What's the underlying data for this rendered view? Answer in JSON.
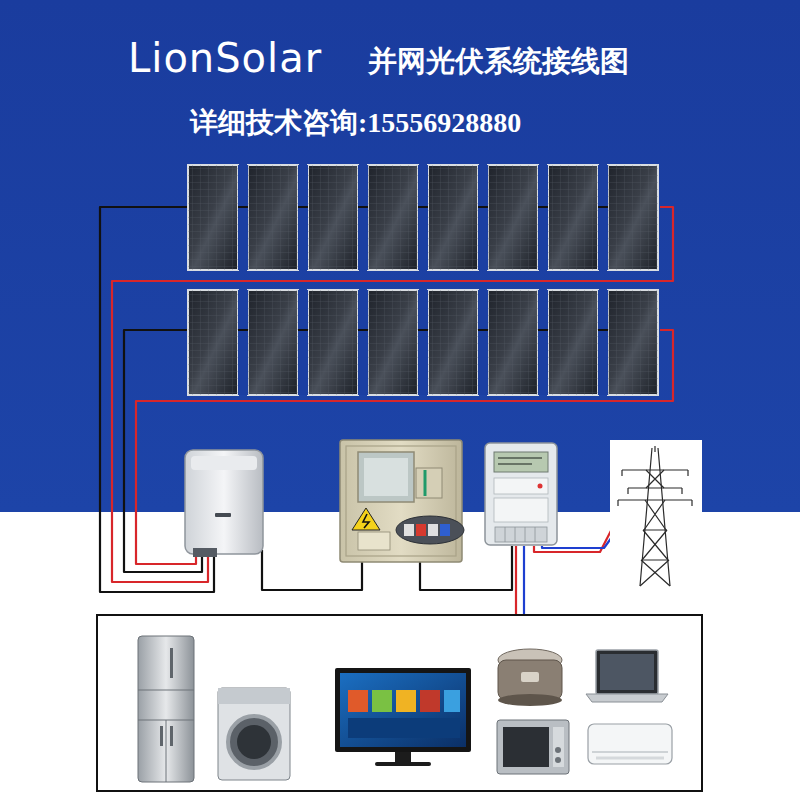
{
  "diagram": {
    "title": "并网光伏系统接线图",
    "labels": [
      "LionSolar",
      "详细技术咨询:15556928880"
    ]
  }
}
